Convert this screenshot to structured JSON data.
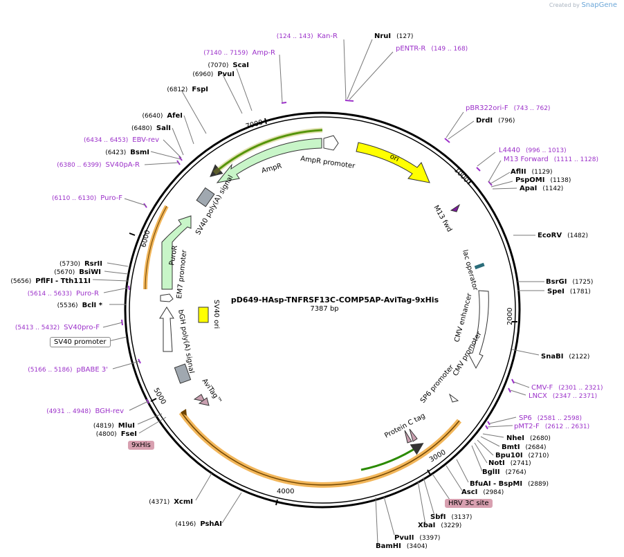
{
  "credit": {
    "prefix": "Created by",
    "brand": "SnapGene"
  },
  "plasmid": {
    "name": "pD649-HAsp-TNFRSF13C-COMP5AP-AviTag-9xHis",
    "size": "7387 bp"
  },
  "ticks": [
    "1000",
    "2000",
    "3000",
    "4000",
    "5000",
    "6000",
    "7000"
  ],
  "colors": {
    "primer": "#9b30c9",
    "ori": "#ffff00",
    "amp": "#c8f5c8",
    "tag": "#c9a0b0",
    "gray": "#a0a8b0"
  },
  "labels": [
    {
      "id": "kan-r",
      "name": "Kan-R",
      "pos": "(124 .. 143)",
      "type": "primer"
    },
    {
      "id": "nrui",
      "name": "NruI",
      "pos": "(127)",
      "type": "site"
    },
    {
      "id": "pentr-r",
      "name": "pENTR-R",
      "pos": "(149 .. 168)",
      "type": "primer"
    },
    {
      "id": "pbr322",
      "name": "pBR322ori-F",
      "pos": "(743 .. 762)",
      "type": "primer"
    },
    {
      "id": "drdi",
      "name": "DrdI",
      "pos": "(796)",
      "type": "site"
    },
    {
      "id": "l4440",
      "name": "L4440",
      "pos": "(996 .. 1013)",
      "type": "primer"
    },
    {
      "id": "m13f",
      "name": "M13 Forward",
      "pos": "(1111 .. 1128)",
      "type": "primer"
    },
    {
      "id": "aflii",
      "name": "AflII",
      "pos": "(1129)",
      "type": "site"
    },
    {
      "id": "pspomi",
      "name": "PspOMI",
      "pos": "(1138)",
      "type": "site"
    },
    {
      "id": "apai",
      "name": "ApaI",
      "pos": "(1142)",
      "type": "site"
    },
    {
      "id": "ecorv",
      "name": "EcoRV",
      "pos": "(1482)",
      "type": "site"
    },
    {
      "id": "bsrgi",
      "name": "BsrGI",
      "pos": "(1725)",
      "type": "site"
    },
    {
      "id": "spei",
      "name": "SpeI",
      "pos": "(1781)",
      "type": "site"
    },
    {
      "id": "snabi",
      "name": "SnaBI",
      "pos": "(2122)",
      "type": "site"
    },
    {
      "id": "cmvf",
      "name": "CMV-F",
      "pos": "(2301 .. 2321)",
      "type": "primer"
    },
    {
      "id": "lncx",
      "name": "LNCX",
      "pos": "(2347 .. 2371)",
      "type": "primer"
    },
    {
      "id": "sp6",
      "name": "SP6",
      "pos": "(2581 .. 2598)",
      "type": "primer"
    },
    {
      "id": "pmt2f",
      "name": "pMT2-F",
      "pos": "(2612 .. 2631)",
      "type": "primer"
    },
    {
      "id": "nhei",
      "name": "NheI",
      "pos": "(2680)",
      "type": "site"
    },
    {
      "id": "bmti",
      "name": "BmtI",
      "pos": "(2684)",
      "type": "site"
    },
    {
      "id": "bpu10i",
      "name": "Bpu10I",
      "pos": "(2710)",
      "type": "site"
    },
    {
      "id": "noti",
      "name": "NotI",
      "pos": "(2741)",
      "type": "site"
    },
    {
      "id": "bglii",
      "name": "BglII",
      "pos": "(2764)",
      "type": "site"
    },
    {
      "id": "bfuai",
      "name": "BfuAI - BspMI",
      "pos": "(2889)",
      "type": "site"
    },
    {
      "id": "asci",
      "name": "AscI",
      "pos": "(2984)",
      "type": "site"
    },
    {
      "id": "sbfi",
      "name": "SbfI",
      "pos": "(3137)",
      "type": "site"
    },
    {
      "id": "xbai",
      "name": "XbaI",
      "pos": "(3229)",
      "type": "site"
    },
    {
      "id": "pvuii",
      "name": "PvuII",
      "pos": "(3397)",
      "type": "site"
    },
    {
      "id": "bamhi",
      "name": "BamHI",
      "pos": "(3404)",
      "type": "site"
    },
    {
      "id": "pshai",
      "name": "PshAI",
      "pos": "(4196)",
      "type": "site"
    },
    {
      "id": "xcmi",
      "name": "XcmI",
      "pos": "(4371)",
      "type": "site"
    },
    {
      "id": "msei",
      "name": "FseI",
      "pos": "(4800)",
      "type": "site"
    },
    {
      "id": "mlui",
      "name": "MluI",
      "pos": "(4819)",
      "type": "site"
    },
    {
      "id": "bghrev",
      "name": "BGH-rev",
      "pos": "(4931 .. 4948)",
      "type": "primer"
    },
    {
      "id": "pbabe",
      "name": "pBABE 3'",
      "pos": "(5166 .. 5186)",
      "type": "primer"
    },
    {
      "id": "sv40prof",
      "name": "SV40pro-F",
      "pos": "(5413 .. 5432)",
      "type": "primer"
    },
    {
      "id": "bcli",
      "name": "BclI *",
      "pos": "(5536)",
      "type": "site"
    },
    {
      "id": "puror",
      "name": "Puro-R",
      "pos": "(5614 .. 5633)",
      "type": "primer"
    },
    {
      "id": "pflfi",
      "name": "PflFI - Tth111I",
      "pos": "(5656)",
      "type": "site"
    },
    {
      "id": "bsiwi",
      "name": "BsiWI",
      "pos": "(5670)",
      "type": "site"
    },
    {
      "id": "rsrii",
      "name": "RsrII",
      "pos": "(5730)",
      "type": "site"
    },
    {
      "id": "purof",
      "name": "Puro-F",
      "pos": "(6110 .. 6130)",
      "type": "primer"
    },
    {
      "id": "sv40par",
      "name": "SV40pA-R",
      "pos": "(6380 .. 6399)",
      "type": "primer"
    },
    {
      "id": "bsmi",
      "name": "BsmI",
      "pos": "(6423)",
      "type": "site"
    },
    {
      "id": "ebvrev",
      "name": "EBV-rev",
      "pos": "(6434 .. 6453)",
      "type": "primer"
    },
    {
      "id": "sali",
      "name": "SalI",
      "pos": "(6480)",
      "type": "site"
    },
    {
      "id": "afei",
      "name": "AfeI",
      "pos": "(6640)",
      "type": "site"
    },
    {
      "id": "fspi",
      "name": "FspI",
      "pos": "(6812)",
      "type": "site"
    },
    {
      "id": "pvui",
      "name": "PvuI",
      "pos": "(6960)",
      "type": "site"
    },
    {
      "id": "scai",
      "name": "ScaI",
      "pos": "(7070)",
      "type": "site"
    },
    {
      "id": "ampr-primer",
      "name": "Amp-R",
      "pos": "(7140 .. 7159)",
      "type": "primer"
    }
  ],
  "features": {
    "ori": "ori",
    "ampr": "AmpR",
    "ampr_promoter": "AmpR promoter",
    "m13fwd": "M13 fwd",
    "lac_operator": "lac operator",
    "cmv_enhancer": "CMV enhancer",
    "cmv_promoter": "CMV promoter",
    "sp6_promoter": "SP6 promoter",
    "protein_c": "Protein C tag",
    "sv40_ori": "SV40 ori",
    "sv40_polya": "SV40 poly(A) signal",
    "puror": "PuroR",
    "em7": "EM7 promoter",
    "bgh": "bGH poly(A) signal",
    "avitag": "AviTag™",
    "sv40_promoter": "SV40 promoter",
    "his": "9xHis",
    "hrv": "HRV 3C site"
  }
}
